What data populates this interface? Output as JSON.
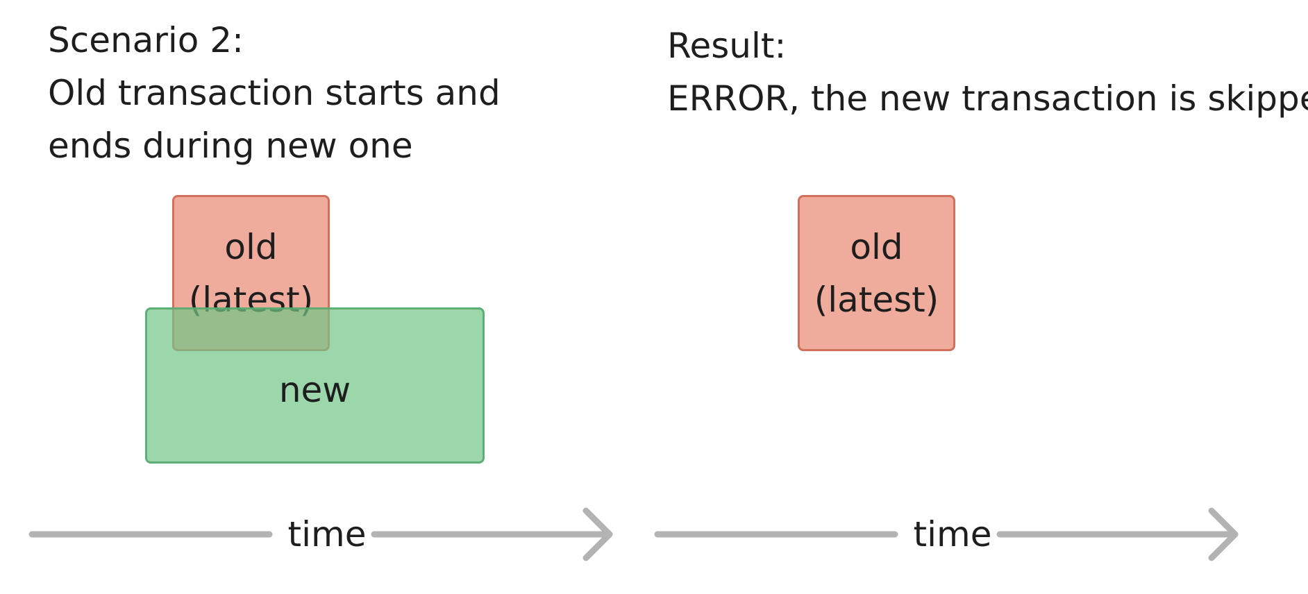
{
  "left_panel": {
    "caption_lines": [
      "Scenario 2:",
      "Old transaction starts and",
      "ends during new one"
    ],
    "old_box": {
      "line1": "old",
      "line2": "(latest)"
    },
    "new_box": {
      "label": "new"
    },
    "timeline_label": "time"
  },
  "right_panel": {
    "caption_lines": [
      "Result:",
      "ERROR, the new transaction is skipped"
    ],
    "old_box": {
      "line1": "old",
      "line2": "(latest)"
    },
    "timeline_label": "time"
  },
  "colors": {
    "old_fill": "#eea594",
    "old_stroke": "#cf6650",
    "new_fill": "#9ad6ab",
    "new_stroke": "#54a86c",
    "arrow": "#b3b3b3",
    "text": "#1e1e1e"
  }
}
